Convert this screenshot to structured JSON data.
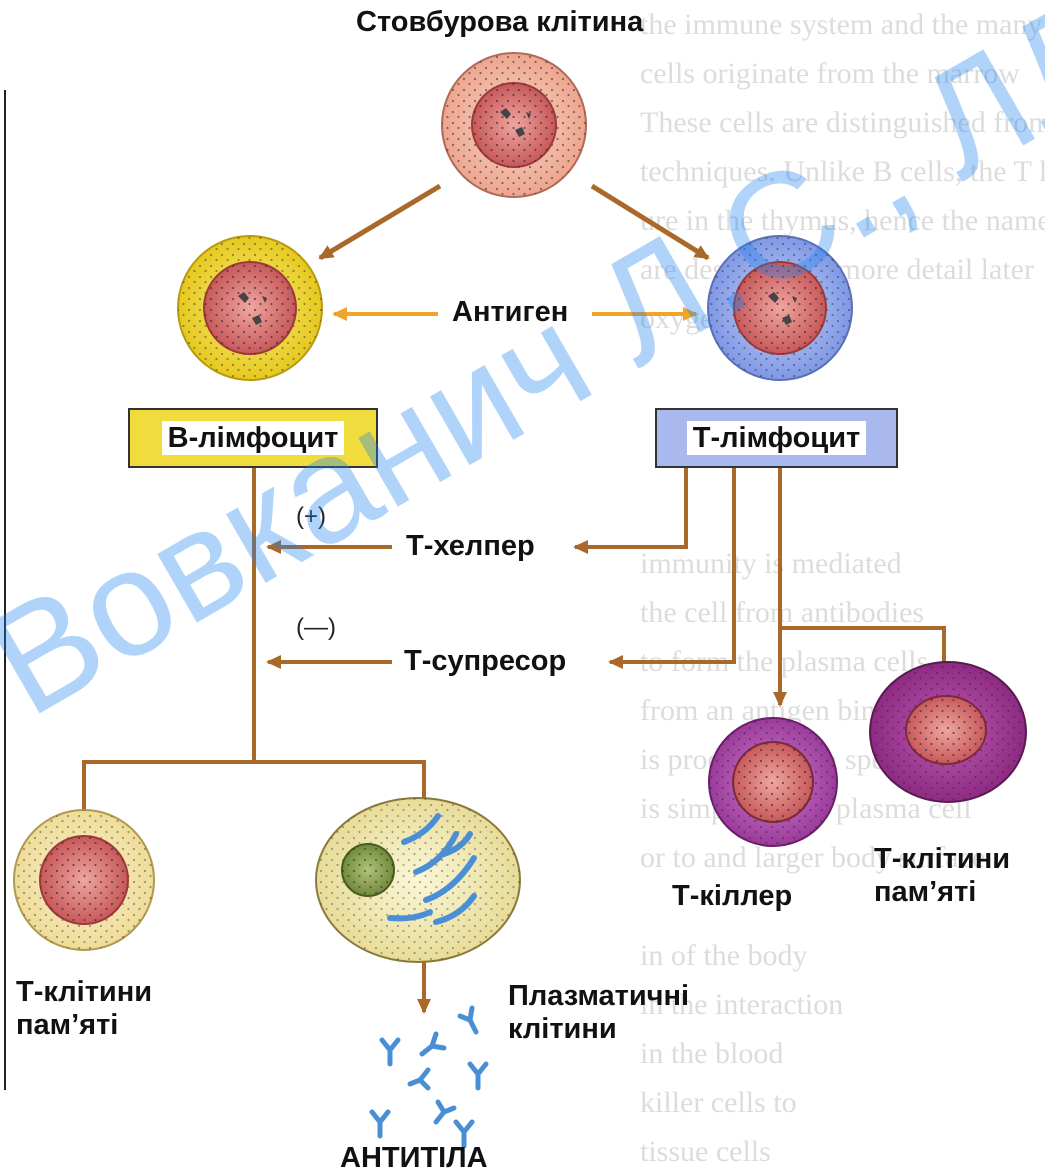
{
  "title": "Стовбурова клітина",
  "antigen": "Антиген",
  "b_lymphocyte": "В-лімфоцит",
  "t_lymphocyte": "Т-лімфоцит",
  "t_helper": "Т-хелпер",
  "t_suppressor": "Т-супресор",
  "plus_sign": "(+)",
  "minus_sign": "(—)",
  "memory_left": [
    "Т-клітини",
    "пам’яті"
  ],
  "plasma": [
    "Плазматичні",
    "клітини"
  ],
  "antibodies": "АНТИТІЛА",
  "t_killer": "Т-кіллер",
  "memory_right": [
    "Т-клітини",
    "пам’яті"
  ],
  "watermark": "Вовканич Л.С., ЛДУФК",
  "background_text": [
    "the immune system and the many",
    "cells originate from the marrow",
    "These cells are distinguished from B",
    "techniques. Unlike B cells, the T lymphocytes",
    "ure in the thymus, hence the name",
    "are described in more detail later",
    "oxygen in blood.",
    "",
    "",
    "",
    "",
    "immunity is mediated",
    "the cell from antibodies",
    "to form the plasma cells",
    "from an antigen binding region",
    "is produced by a specific clone",
    "is simply called plasma cell",
    "or to and larger body surface",
    "",
    "in of the body",
    "in the   interaction",
    "in the blood",
    "killer cells to",
    "tissue cells"
  ],
  "colors": {
    "stem_cell": "#f2b9a6",
    "b_cell": "#f0dc3c",
    "t_cell": "#9fb3ee",
    "killer_cell": "#b552b5",
    "memory_cell_right": "#a83a9a",
    "memory_cell_left": "#f5e6b0",
    "plasma_cell": "#f2eab8",
    "nucleus": "#d97a7a",
    "arrow_orange": "#f0a52a",
    "arrow_brown": "#a8692a",
    "antibody_blue": "#4a8fd6",
    "b_box": "#f0dc3c",
    "t_box": "#a9b9ee",
    "watermark": "#1e82f0"
  }
}
